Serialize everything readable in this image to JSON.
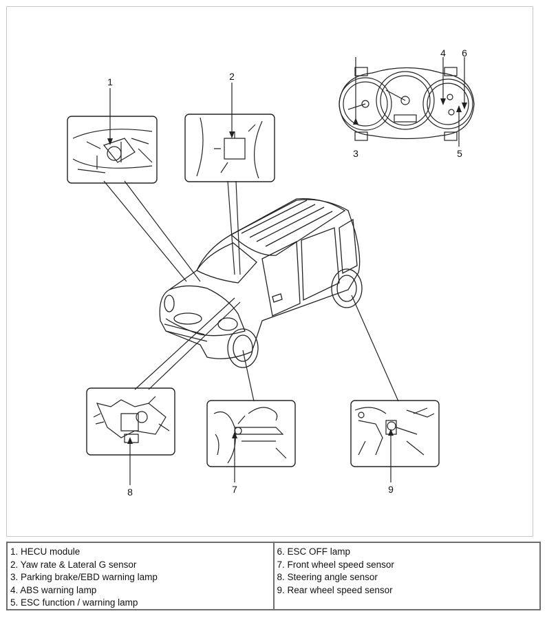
{
  "callouts": {
    "c1": "1",
    "c2": "2",
    "c3": "3",
    "c4": "4",
    "c5": "5",
    "c6": "6",
    "c7": "7",
    "c8": "8",
    "c9": "9"
  },
  "legend": {
    "left": [
      "1. HECU module",
      "2. Yaw rate & Lateral G sensor",
      "3. Parking brake/EBD warning lamp",
      "4. ABS warning lamp",
      "5. ESC function / warning lamp"
    ],
    "right": [
      "6. ESC OFF lamp",
      "7. Front wheel speed sensor",
      "8. Steering angle sensor",
      "9. Rear wheel speed sensor"
    ]
  },
  "colors": {
    "line": "#222222",
    "frame": "#6e6e6e",
    "fill_light": "#f2f2f2"
  }
}
